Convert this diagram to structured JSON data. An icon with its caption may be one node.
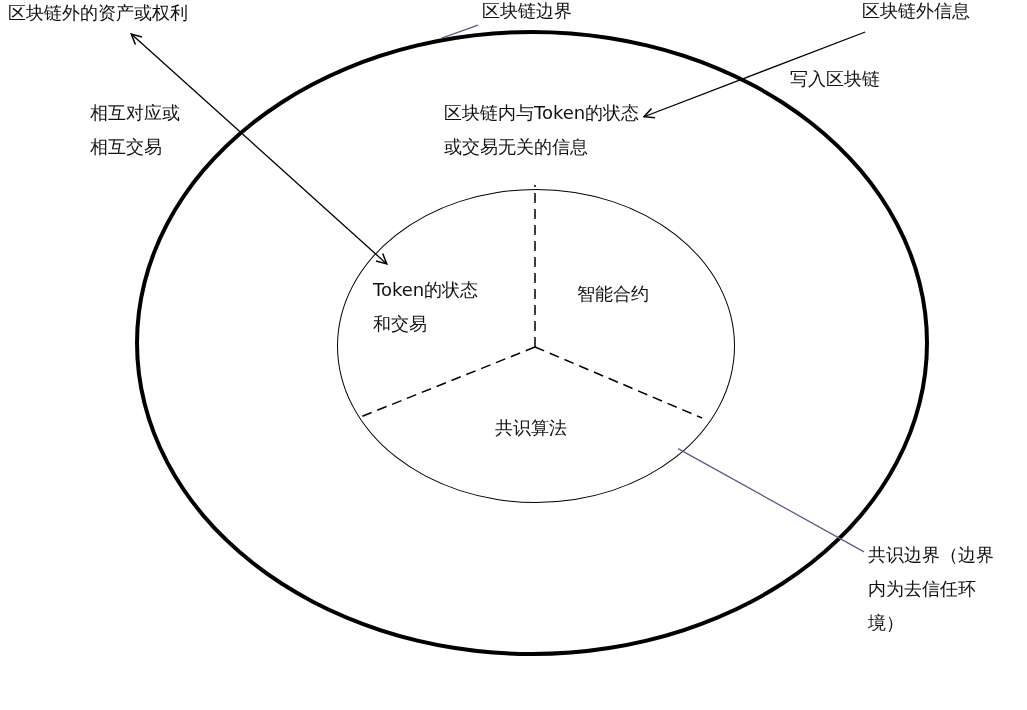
{
  "diagram": {
    "nodes": [
      {
        "text": [],
        "shape": "circle"
      },
      {
        "text": [
          "区块链内与Token的状态或交易无关的信息"
        ],
        "in": 0
      },
      {
        "text": [],
        "shape": "circle",
        "in": 0
      },
      {
        "text": [
          "Token的状态和交易"
        ],
        "in": 2
      },
      {
        "text": [
          "智能合约"
        ],
        "in": 2
      },
      {
        "text": [
          "共识算法"
        ],
        "in": 2
      },
      {
        "text": [
          "区块链外的资产或权利"
        ]
      },
      {
        "text": [
          "区块链外信息"
        ]
      },
      {
        "text": [
          "区块链边界"
        ]
      },
      {
        "text": [
          "共识边界（边界内为去信任环境）"
        ]
      }
    ],
    "edges": [
      {
        "from": 6,
        "to": 3,
        "arrow": "both",
        "label": "相互对应或相互交易"
      },
      {
        "from": 7,
        "to": 1,
        "arrow": "to",
        "label": "写入区块链"
      },
      {
        "from": 8,
        "to": 0,
        "arrow": "none",
        "color": "#56608a"
      },
      {
        "from": 9,
        "to": 2,
        "arrow": "none",
        "color": "#56608a"
      }
    ]
  }
}
